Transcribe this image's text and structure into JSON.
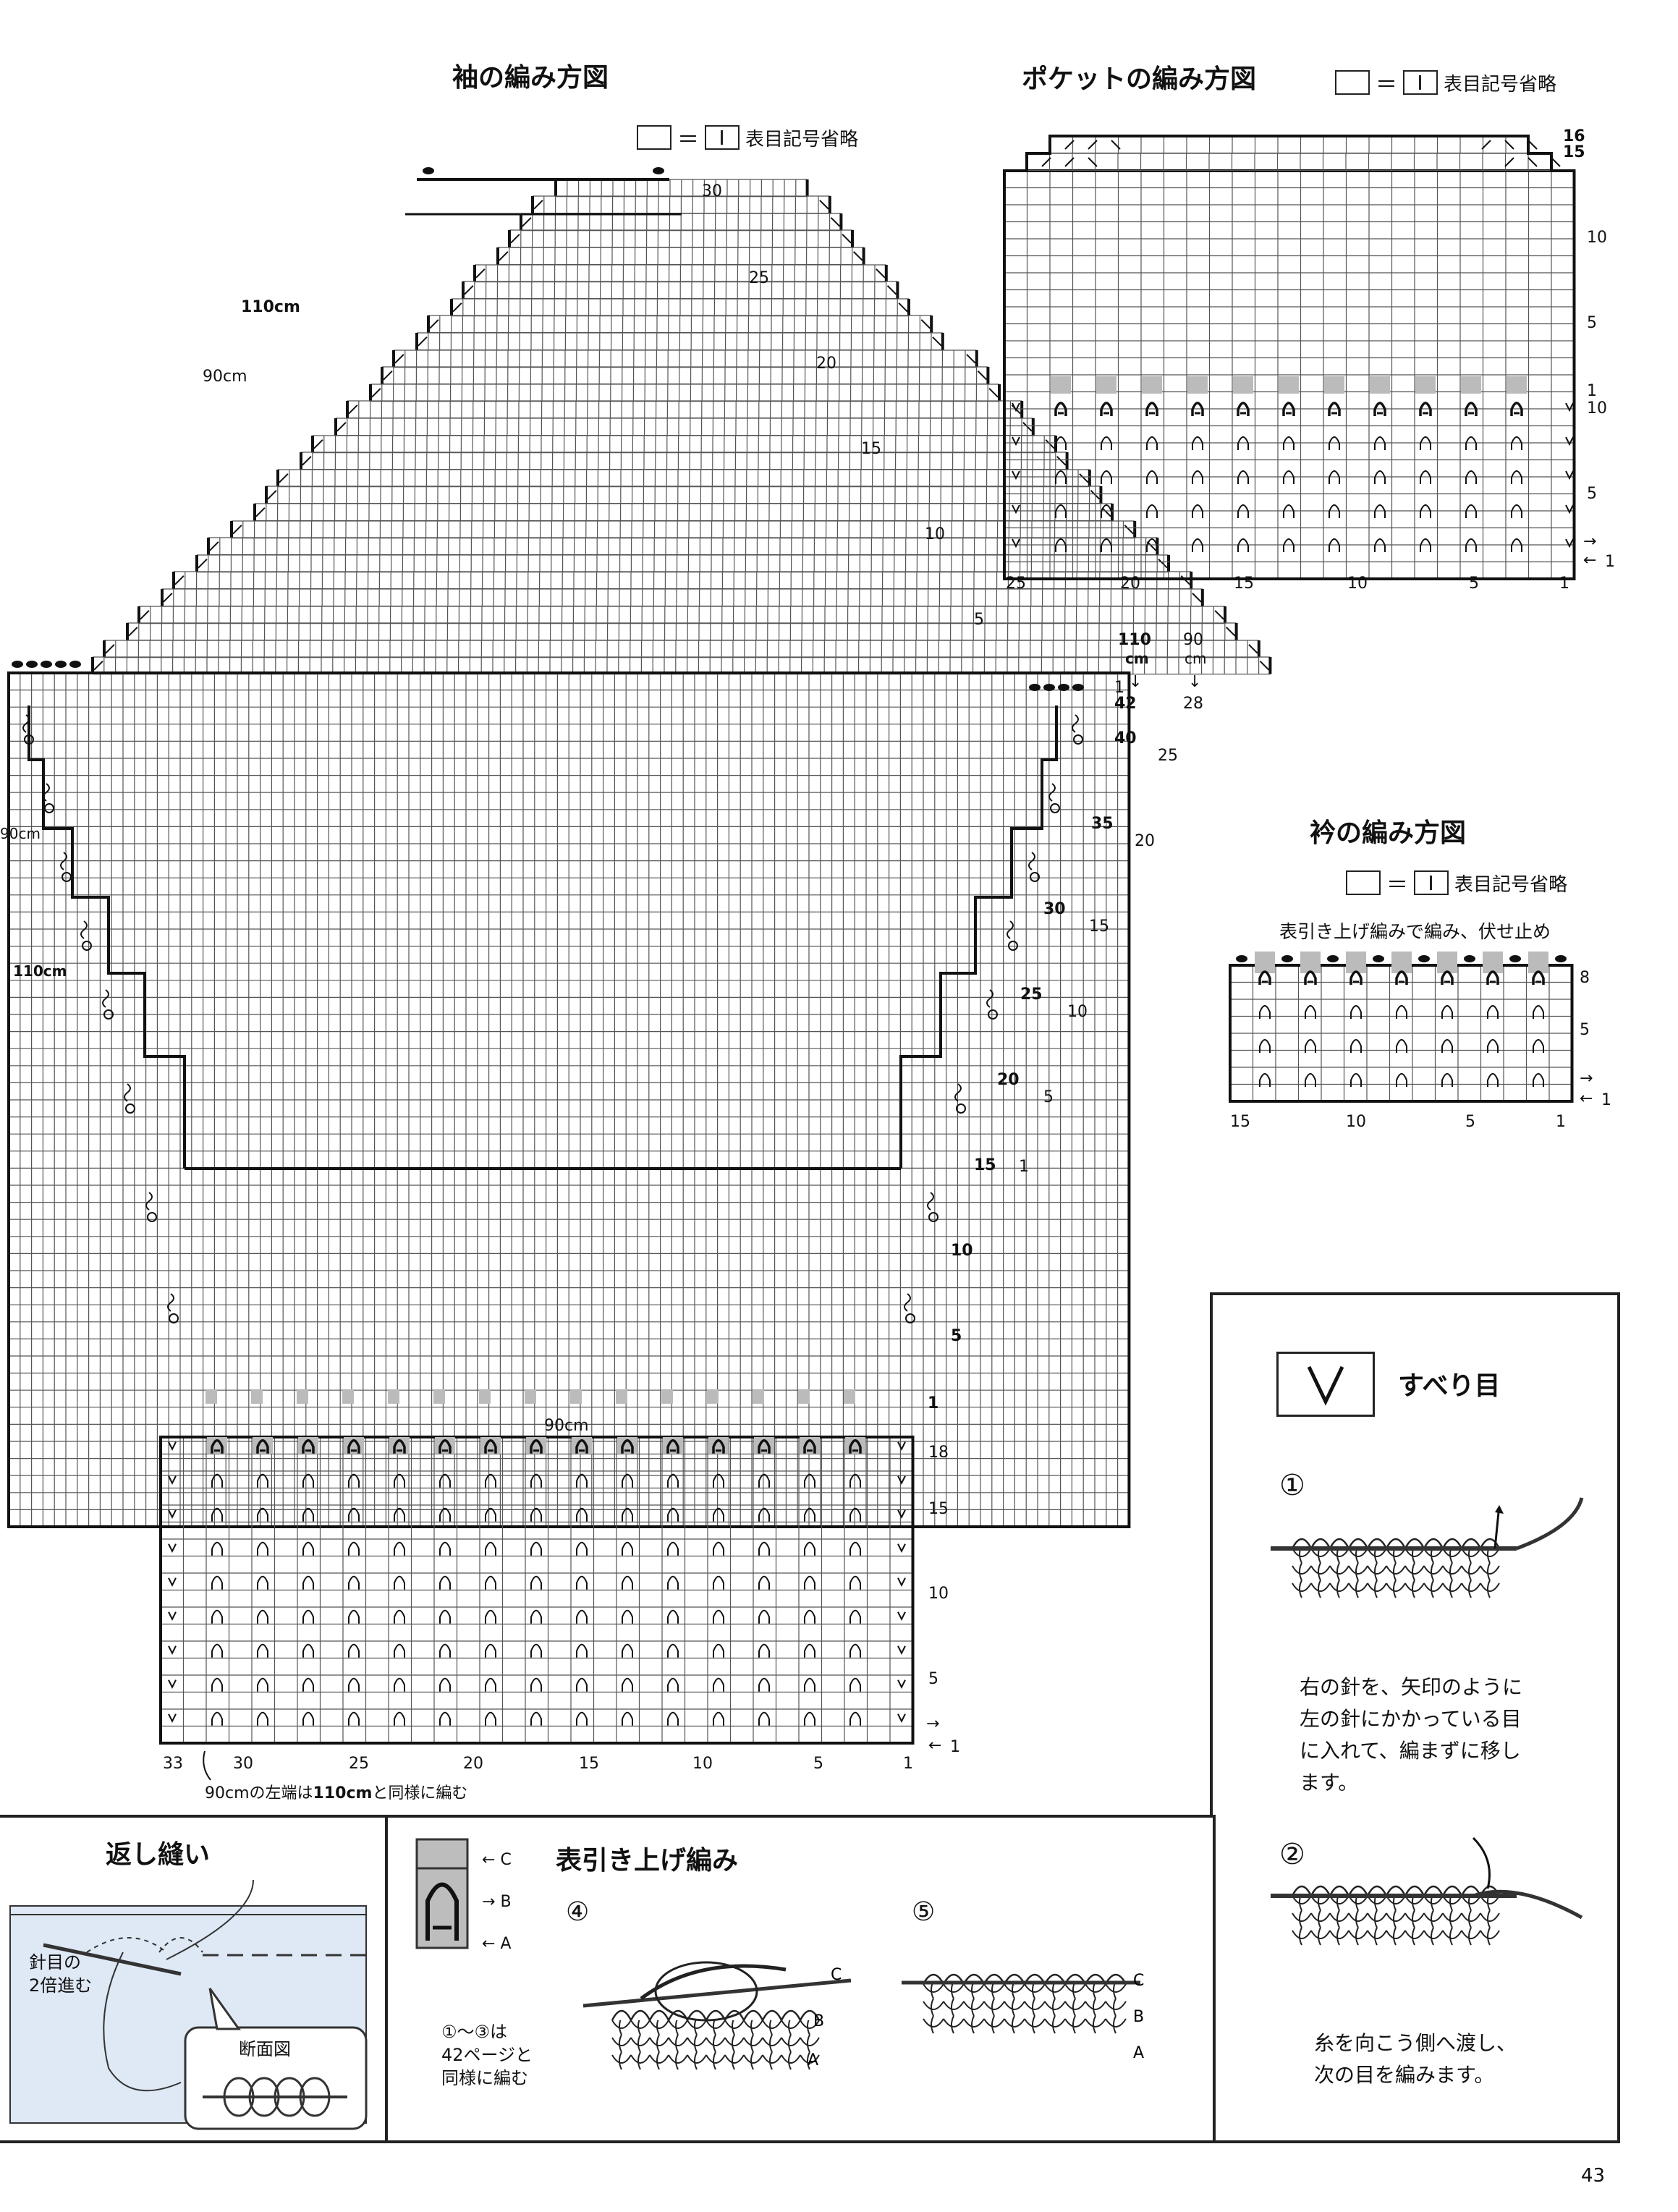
{
  "sleeve": {
    "title": "袖の編み方図",
    "legend_text": "表目記号省略",
    "left_marks": {
      "size110": "110cm",
      "size90": "90cm"
    },
    "lower_left_marks": {
      "size90": "90cm",
      "size110": "110cm"
    },
    "top_row_label": "30",
    "right_numbers": [
      "25",
      "20",
      "15",
      "10",
      "5"
    ],
    "side_rows": [
      "42",
      "40",
      "35",
      "30",
      "25",
      "20",
      "15",
      "10",
      "5",
      "1"
    ],
    "side_rows_110_header": "110",
    "side_rows_110_unit": "cm",
    "side_rows_90_header": "90",
    "side_rows_90_unit": "cm",
    "side_rows_90_start": "28",
    "side_rows_110_start": "1",
    "outer_numbers": [
      "25",
      "20",
      "15",
      "10",
      "5",
      "1"
    ],
    "cuff_width_label": "90cm",
    "cuff_rows": [
      "18",
      "15",
      "10",
      "5"
    ],
    "cuff_cols": [
      "33",
      "30",
      "25",
      "20",
      "15",
      "10",
      "5",
      "1"
    ],
    "cuff_arrow_row": "1",
    "note": "90cmの左端は",
    "note_bold": "110cm",
    "note_tail": "と同様に編む"
  },
  "pocket": {
    "title": "ポケットの編み方図",
    "legend_text": "表目記号省略",
    "rows_top": [
      "16",
      "15",
      "10",
      "5",
      "1"
    ],
    "rows_rib": [
      "10",
      "5"
    ],
    "arrow_row": "1",
    "cols": [
      "25",
      "20",
      "15",
      "10",
      "5",
      "1"
    ]
  },
  "collar": {
    "title": "衿の編み方図",
    "legend_text": "表目記号省略",
    "note": "表引き上げ編みで編み、伏せ止め",
    "rows": [
      "8",
      "5"
    ],
    "arrow_row": "1",
    "cols": [
      "15",
      "10",
      "5",
      "1"
    ]
  },
  "slip_stitch": {
    "title": "すべり目",
    "step1_num": "①",
    "step1_text": [
      "右の針を、矢印のように",
      "左の針にかかっている目",
      "に入れて、編まずに移し",
      "ます。"
    ],
    "step2_num": "②",
    "step2_text": [
      "糸を向こう側へ渡し、",
      "次の目を編みます。"
    ]
  },
  "backstitch": {
    "title": "返し縫い",
    "label1": "針目の",
    "label2": "2倍進む",
    "section_label": "断面図"
  },
  "raised_stitch": {
    "title": "表引き上げ編み",
    "labels": [
      "C",
      "B",
      "A"
    ],
    "step4": "④",
    "step5": "⑤",
    "note": [
      "①～③は",
      "42ページと",
      "同様に編む"
    ]
  },
  "page_number": "43"
}
